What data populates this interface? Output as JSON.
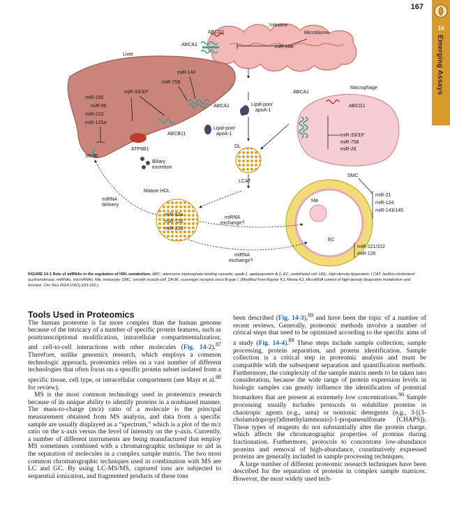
{
  "header": {
    "page_number": "167",
    "chapter_number": "14",
    "chapter_title": "Emerging Assays"
  },
  "figure": {
    "labels": {
      "intestine": "Intestine",
      "abcg1_intestine": "ABCG1",
      "microbiome": "Microbiome",
      "abca1_intestine": "ABCA1",
      "mir10b": "miR-10b",
      "liver": "Liver",
      "mir144": "miR-144",
      "mir758": "miR-758",
      "mir3333": "miR-33/33*",
      "mir185": "miR-185",
      "mir96": "miR-96",
      "mir223": "miR-223",
      "mir125a": "miR-125a",
      "abca1_liver": "ABCA1",
      "abcb11": "ABCB11",
      "atp8b1": "ATP8B1",
      "srbi": "SR-BI",
      "biliary": "Biliary",
      "excretion": "excretion",
      "lipid_poor_top_1": "Lipid-poor",
      "lipid_poor_top_2": "apoA-1",
      "lipid_poor_mid_1": "Lipid-poor",
      "lipid_poor_mid_2": "apoA-1",
      "dl": "DL",
      "lcat": "LCAT",
      "macrophage": "Macrophage",
      "abca1_macro": "ABCA1",
      "abcg1_macro": "ABCG1",
      "macro_mir33": "miR-33/33*",
      "macro_mir758": "miR-758",
      "macro_mir26": "miR-26",
      "mature_hdl": "Mature HDL",
      "mirna_delivery_1": "miRNA",
      "mirna_delivery_2": "delivery",
      "hdl_mir92a": "miR-92a",
      "hdl_mir126": "miR-126",
      "hdl_mir223": "miR-223",
      "mirna_exchange_1": "miRNA",
      "mirna_exchange_2": "exchange?",
      "mirna_exchange_b1": "miRNA",
      "mirna_exchange_b2": "exchange?",
      "smc": "SMC",
      "mo": "Mø",
      "ec": "EC",
      "smc_mir21": "miR-21",
      "smc_mir124": "miR-124",
      "smc_mir143": "miR-143/145",
      "ec_mir221": "miR-221/222",
      "ec_mir126": "miR-126"
    },
    "colors": {
      "intestine": "#f0a8a8",
      "liver": "#c97b74",
      "transporter": "#3f9c8e",
      "hdl": "#f3c53a",
      "lipid_poor": "#4a4668",
      "vessel": "#f2dc7a",
      "macrophage": "#f3c9cf"
    }
  },
  "caption": {
    "label": "FIGURE 14-1",
    "title": "Role of miRNAs in the regulation of HDL metabolism.",
    "text": "ABC, adenosine triphosphate-binding cassette; apoA-1, apolipoprotein A-1; EC, endothelial cell; HDL, high-density lipoprotein; LCAT, lecithin:cholesterol acyltransferase; miRNAs, microRNAs; Mø, monocyte; SMC, smooth muscle cell; SR-BI, scavenger receptor class B type I. (Modified from Rayner KJ, Moore KJ. MicroRNA control of high-density lipoprotein metabolism and function. Circ Res 2014;114(1):183-192.)"
  },
  "body": {
    "section_title": "Tools Used in Proteomics",
    "left_p1_a": "The human proteome is far more complex than the human genome because of the intricacy of a number of specific protein features, such as posttranscriptional modification, intracellular compartmentalization, and cell-to-cell interactions with other molecules (",
    "left_p1_ref1": "Fig. 14-2",
    "left_p1_b": ").",
    "left_p1_sup1": "87",
    "left_p1_c": " Therefore, unlike genomics research, which employs a common technologic approach, proteomics relies on a vast number of different technologies that often focus on a specific protein subset isolated from a specific tissue, cell type, or intracellular compartment (see Mayr et al.",
    "left_p1_sup2": "88",
    "left_p1_d": " for review).",
    "left_p2": "MS is the most common technology used in proteomics research because of its unique ability to identify proteins in a nonbiased manner. The mass-to-charge (m/z) ratio of a molecule is the principal measurement obtained from MS analysis, and data from a specific sample are usually displayed as a “spectrum,” which is a plot of the m/z ratio on the x-axis versus the level of intensity on the y-axis. Currently, a number of different instruments are being manufactured that employ MS sometimes combined with a chromatographic technique to aid in the separation of molecules in a complex sample matrix. The two most common chromatographic techniques used in combination with MS are LC and GC. By using LC-MS/MS, captured ions are subjected to sequential ionization, and fragmented products of these ions",
    "right_p1_a": "been described (",
    "right_p1_ref1": "Fig. 14-3",
    "right_p1_b": "),",
    "right_p1_sup1": "89",
    "right_p1_c": " and have been the topic of a number of recent reviews. Generally, proteomic methods involve a number of critical steps that need to be optimized according to the specific aims of a study (",
    "right_p1_ref2": "Fig. 14-4",
    "right_p1_d": ").",
    "right_p1_sup2": "89",
    "right_p1_e": " These steps include sample collection, sample processing, protein separation, and protein identification. Sample collection is a critical step in proteomic analysis and must be compatible with the subsequent separation and quantification methods. Furthermore, the complexity of the sample matrix needs to be taken into consideration, because the wide range of protein expression levels in biologic samples can greatly influence the identification of potential biomarkers that are present at extremely low concentrations.",
    "right_p1_sup3": "90",
    "right_p1_f": " Sample processing usually includes protocols to solubilize proteins in chaotropic agents (e.g., urea) or nonionic detergents (e.g., 3-[(3-cholamidopropyl)dimethylammonio]-1-propanesulfonate [CHAPS]). These types of reagents do not substantially alter the protein charge, which affects the chromatographic properties of proteins during fractionation. Furthermore, protocols to concentrate low-abundance proteins and removal of high-abundance, constitutively expressed proteins are generally included in sample processing techniques.",
    "right_p2": "A large number of different proteomic research techniques have been described for the separation of proteins in complex sample matrices. However, the most widely used tech-"
  }
}
